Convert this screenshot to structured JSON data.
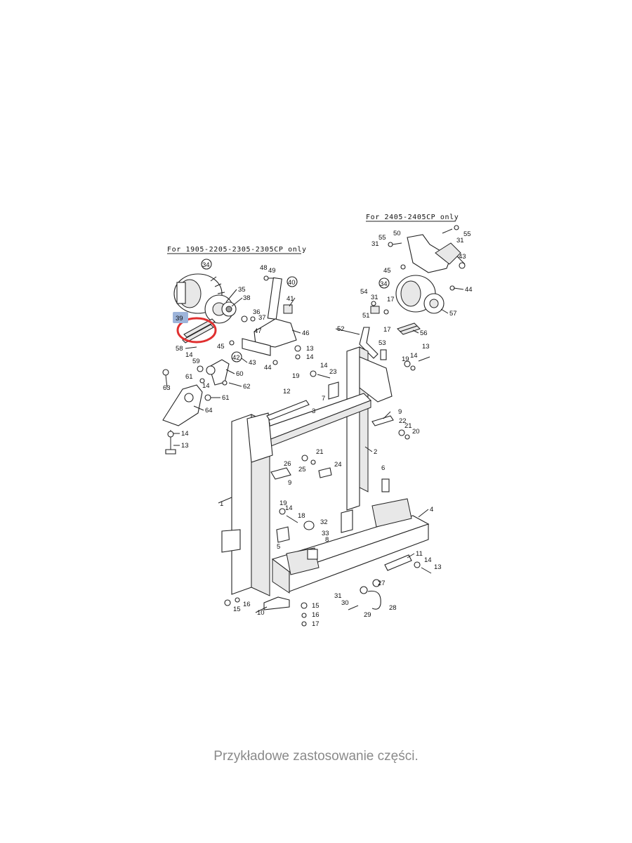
{
  "headers": {
    "left": "For 1905-2205-2305-2305CP only",
    "right": "For 2405-2405CP only"
  },
  "highlight": {
    "label": "39",
    "color": "#e03030",
    "tag_color": "#9db4da"
  },
  "callouts": [
    {
      "id": "c34a",
      "text": "34",
      "circled": true
    },
    {
      "id": "c35",
      "text": "35"
    },
    {
      "id": "c38",
      "text": "38"
    },
    {
      "id": "c48",
      "text": "48"
    },
    {
      "id": "c49",
      "text": "49"
    },
    {
      "id": "c40",
      "text": "40",
      "circled": true
    },
    {
      "id": "c41",
      "text": "41"
    },
    {
      "id": "c36",
      "text": "36"
    },
    {
      "id": "c37",
      "text": "37"
    },
    {
      "id": "c47",
      "text": "47"
    },
    {
      "id": "c46",
      "text": "46"
    },
    {
      "id": "c58",
      "text": "58"
    },
    {
      "id": "c14a",
      "text": "14"
    },
    {
      "id": "c59",
      "text": "59"
    },
    {
      "id": "c45a",
      "text": "45"
    },
    {
      "id": "c42",
      "text": "42",
      "circled": true
    },
    {
      "id": "c43a",
      "text": "43"
    },
    {
      "id": "c44a",
      "text": "44"
    },
    {
      "id": "c13a",
      "text": "13"
    },
    {
      "id": "c14b",
      "text": "14"
    },
    {
      "id": "c60",
      "text": "60"
    },
    {
      "id": "c61a",
      "text": "61"
    },
    {
      "id": "c14c",
      "text": "14"
    },
    {
      "id": "c62",
      "text": "62"
    },
    {
      "id": "c63",
      "text": "63"
    },
    {
      "id": "c61b",
      "text": "61"
    },
    {
      "id": "c64",
      "text": "64"
    },
    {
      "id": "c14d",
      "text": "14"
    },
    {
      "id": "c13b",
      "text": "13"
    },
    {
      "id": "c50",
      "text": "50"
    },
    {
      "id": "c55a",
      "text": "55"
    },
    {
      "id": "c31a",
      "text": "31"
    },
    {
      "id": "c55b",
      "text": "55"
    },
    {
      "id": "c31b",
      "text": "31"
    },
    {
      "id": "c43b",
      "text": "43"
    },
    {
      "id": "c45b",
      "text": "45"
    },
    {
      "id": "c34b",
      "text": "34",
      "circled": true
    },
    {
      "id": "c44b",
      "text": "44"
    },
    {
      "id": "c54",
      "text": "54"
    },
    {
      "id": "c31c",
      "text": "31"
    },
    {
      "id": "c17a",
      "text": "17"
    },
    {
      "id": "c57",
      "text": "57"
    },
    {
      "id": "c51",
      "text": "51"
    },
    {
      "id": "c17b",
      "text": "17"
    },
    {
      "id": "c56",
      "text": "56"
    },
    {
      "id": "c52",
      "text": "52"
    },
    {
      "id": "c53",
      "text": "53"
    },
    {
      "id": "c13c",
      "text": "13"
    },
    {
      "id": "c19a",
      "text": "19"
    },
    {
      "id": "c14e",
      "text": "14"
    },
    {
      "id": "c14f",
      "text": "14"
    },
    {
      "id": "c19b",
      "text": "19"
    },
    {
      "id": "c23",
      "text": "23"
    },
    {
      "id": "c12",
      "text": "12"
    },
    {
      "id": "c7",
      "text": "7"
    },
    {
      "id": "c3",
      "text": "3"
    },
    {
      "id": "c9a",
      "text": "9"
    },
    {
      "id": "c22",
      "text": "22"
    },
    {
      "id": "c21a",
      "text": "21"
    },
    {
      "id": "c20",
      "text": "20"
    },
    {
      "id": "c2",
      "text": "2"
    },
    {
      "id": "c21b",
      "text": "21"
    },
    {
      "id": "c26",
      "text": "26"
    },
    {
      "id": "c24",
      "text": "24"
    },
    {
      "id": "c25",
      "text": "25"
    },
    {
      "id": "c9b",
      "text": "9"
    },
    {
      "id": "c6",
      "text": "6"
    },
    {
      "id": "c1",
      "text": "1"
    },
    {
      "id": "c4",
      "text": "4"
    },
    {
      "id": "c19c",
      "text": "19"
    },
    {
      "id": "c14g",
      "text": "14"
    },
    {
      "id": "c18",
      "text": "18"
    },
    {
      "id": "c32",
      "text": "32"
    },
    {
      "id": "c33",
      "text": "33"
    },
    {
      "id": "c8",
      "text": "8"
    },
    {
      "id": "c5",
      "text": "5"
    },
    {
      "id": "c11",
      "text": "11"
    },
    {
      "id": "c14h",
      "text": "14"
    },
    {
      "id": "c13d",
      "text": "13"
    },
    {
      "id": "c27",
      "text": "27"
    },
    {
      "id": "c31d",
      "text": "31"
    },
    {
      "id": "c30",
      "text": "30"
    },
    {
      "id": "c28",
      "text": "28"
    },
    {
      "id": "c29",
      "text": "29"
    },
    {
      "id": "c16a",
      "text": "16"
    },
    {
      "id": "c15a",
      "text": "15"
    },
    {
      "id": "c10",
      "text": "10"
    },
    {
      "id": "c15b",
      "text": "15"
    },
    {
      "id": "c16b",
      "text": "16"
    },
    {
      "id": "c17c",
      "text": "17"
    }
  ],
  "caption": "Przykładowe zastosowanie części."
}
